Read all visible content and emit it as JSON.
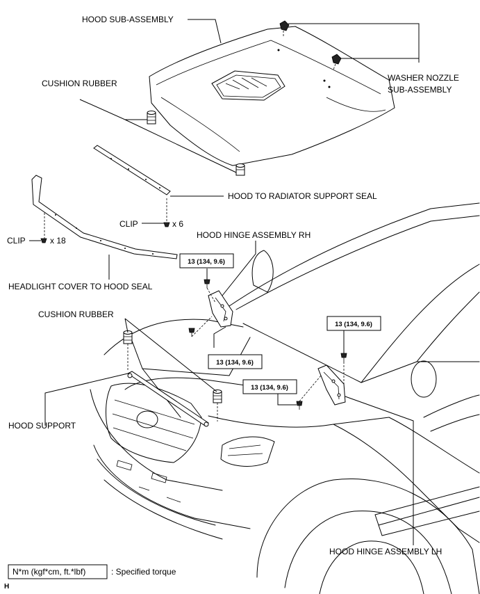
{
  "labels": {
    "hood_sub_assembly": "HOOD SUB-ASSEMBLY",
    "washer_nozzle_line1": "WASHER NOZZLE",
    "washer_nozzle_line2": "SUB-ASSEMBLY",
    "cushion_rubber_top": "CUSHION RUBBER",
    "hood_to_radiator_seal": "HOOD TO RADIATOR SUPPORT SEAL",
    "clip_6": "CLIP",
    "clip_6_qty": "x 6",
    "clip_18": "CLIP",
    "clip_18_qty": "x 18",
    "hood_hinge_rh": "HOOD HINGE ASSEMBLY RH",
    "headlight_cover_seal": "HEADLIGHT COVER TO HOOD SEAL",
    "cushion_rubber_mid": "CUSHION RUBBER",
    "hood_support": "HOOD SUPPORT",
    "hood_hinge_lh": "HOOD HINGE ASSEMBLY LH"
  },
  "torque": {
    "rh_upper": "13 (134, 9.6)",
    "rh_lower": "13 (134, 9.6)",
    "lh_upper": "13 (134, 9.6)",
    "lh_lower": "13 (134, 9.6)"
  },
  "legend": {
    "unit_box": "N*m (kgf*cm, ft.*lbf)",
    "description": ": Specified torque"
  },
  "corner_code": "H"
}
